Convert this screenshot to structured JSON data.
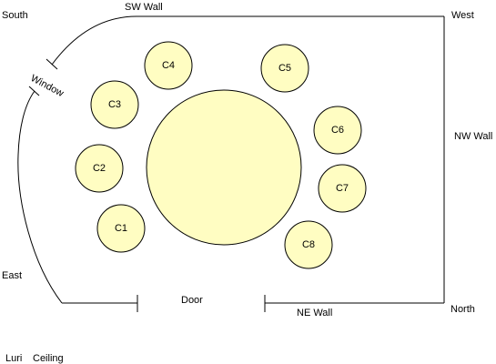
{
  "labels": {
    "south": "South",
    "sw_wall": "SW Wall",
    "west": "West",
    "nw_wall": "NW Wall",
    "north": "North",
    "ne_wall": "NE Wall",
    "door": "Door",
    "east": "East",
    "window": "Window",
    "footer_name": "Luri",
    "footer_view": "Ceiling"
  },
  "chairs": [
    {
      "id": "c1",
      "label": "C1"
    },
    {
      "id": "c2",
      "label": "C2"
    },
    {
      "id": "c3",
      "label": "C3"
    },
    {
      "id": "c4",
      "label": "C4"
    },
    {
      "id": "c5",
      "label": "C5"
    },
    {
      "id": "c6",
      "label": "C6"
    },
    {
      "id": "c7",
      "label": "C7"
    },
    {
      "id": "c8",
      "label": "C8"
    }
  ],
  "colors": {
    "fill": "#fffdc2",
    "stroke": "#000000"
  }
}
